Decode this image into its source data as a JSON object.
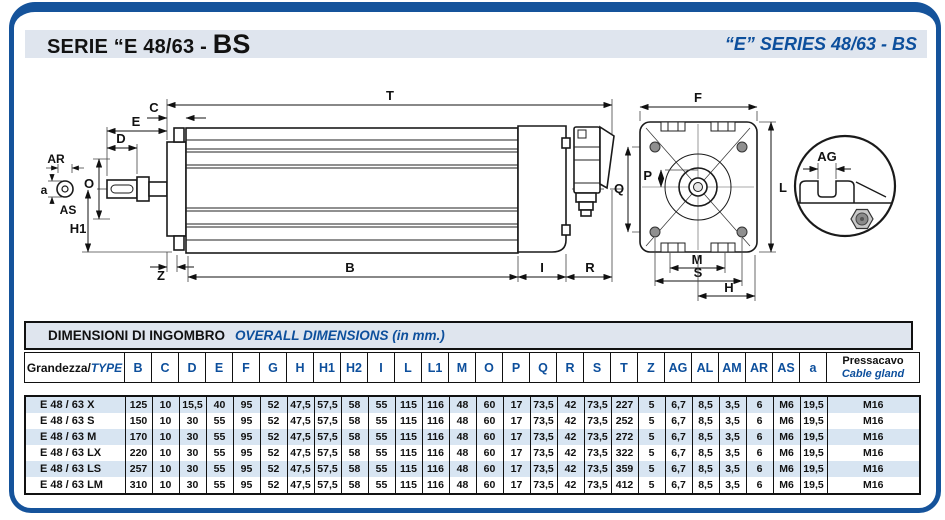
{
  "header": {
    "title_it": "SERIE “E 48/63 - ",
    "title_it_big": "BS",
    "title_en": "“E” SERIES 48/63 - BS"
  },
  "drawing": {
    "labels": {
      "T": "T",
      "C": "C",
      "E": "E",
      "D": "D",
      "AR": "AR",
      "a": "a",
      "AS": "AS",
      "O": "O",
      "H1": "H1",
      "Z": "Z",
      "B": "B",
      "I": "I",
      "R": "R",
      "Q": "Q",
      "F": "F",
      "L": "L",
      "P": "P",
      "M": "M",
      "S": "S",
      "H": "H",
      "AG": "AG"
    }
  },
  "table": {
    "caption_it": "DIMENSIONI DI INGOMBRO",
    "caption_en": "OVERALL DIMENSIONS (in mm.)",
    "type_header_it": "Grandezza/",
    "type_header_en": "TYPE",
    "gland_header_it": "Pressacavo",
    "gland_header_en": "Cable gland",
    "columns": [
      "B",
      "C",
      "D",
      "E",
      "F",
      "G",
      "H",
      "H1",
      "H2",
      "I",
      "L",
      "L1",
      "M",
      "O",
      "P",
      "Q",
      "R",
      "S",
      "T",
      "Z",
      "AG",
      "AL",
      "AM",
      "AR",
      "AS",
      "a"
    ],
    "rows": [
      {
        "type": "E 48 / 63 X",
        "values": [
          "125",
          "10",
          "15,5",
          "40",
          "95",
          "52",
          "47,5",
          "57,5",
          "58",
          "55",
          "115",
          "116",
          "48",
          "60",
          "17",
          "73,5",
          "42",
          "73,5",
          "227",
          "5",
          "6,7",
          "8,5",
          "3,5",
          "6",
          "M6",
          "19,5"
        ],
        "gland": "M16"
      },
      {
        "type": "E 48 / 63 S",
        "values": [
          "150",
          "10",
          "30",
          "55",
          "95",
          "52",
          "47,5",
          "57,5",
          "58",
          "55",
          "115",
          "116",
          "48",
          "60",
          "17",
          "73,5",
          "42",
          "73,5",
          "252",
          "5",
          "6,7",
          "8,5",
          "3,5",
          "6",
          "M6",
          "19,5"
        ],
        "gland": "M16"
      },
      {
        "type": "E 48 / 63 M",
        "values": [
          "170",
          "10",
          "30",
          "55",
          "95",
          "52",
          "47,5",
          "57,5",
          "58",
          "55",
          "115",
          "116",
          "48",
          "60",
          "17",
          "73,5",
          "42",
          "73,5",
          "272",
          "5",
          "6,7",
          "8,5",
          "3,5",
          "6",
          "M6",
          "19,5"
        ],
        "gland": "M16"
      },
      {
        "type": "E 48 / 63 LX",
        "values": [
          "220",
          "10",
          "30",
          "55",
          "95",
          "52",
          "47,5",
          "57,5",
          "58",
          "55",
          "115",
          "116",
          "48",
          "60",
          "17",
          "73,5",
          "42",
          "73,5",
          "322",
          "5",
          "6,7",
          "8,5",
          "3,5",
          "6",
          "M6",
          "19,5"
        ],
        "gland": "M16"
      },
      {
        "type": "E 48 / 63 LS",
        "values": [
          "257",
          "10",
          "30",
          "55",
          "95",
          "52",
          "47,5",
          "57,5",
          "58",
          "55",
          "115",
          "116",
          "48",
          "60",
          "17",
          "73,5",
          "42",
          "73,5",
          "359",
          "5",
          "6,7",
          "8,5",
          "3,5",
          "6",
          "M6",
          "19,5"
        ],
        "gland": "M16"
      },
      {
        "type": "E 48 / 63 LM",
        "values": [
          "310",
          "10",
          "30",
          "55",
          "95",
          "52",
          "47,5",
          "57,5",
          "58",
          "55",
          "115",
          "116",
          "48",
          "60",
          "17",
          "73,5",
          "42",
          "73,5",
          "412",
          "5",
          "6,7",
          "8,5",
          "3,5",
          "6",
          "M6",
          "19,5"
        ],
        "gland": "M16"
      }
    ]
  },
  "colors": {
    "frame_blue": "#15539b",
    "accent_blue": "#0d4f9c",
    "strip_background": "#dfe5ee",
    "row_stripe": "#d8e5f2",
    "line_black": "#111111"
  }
}
